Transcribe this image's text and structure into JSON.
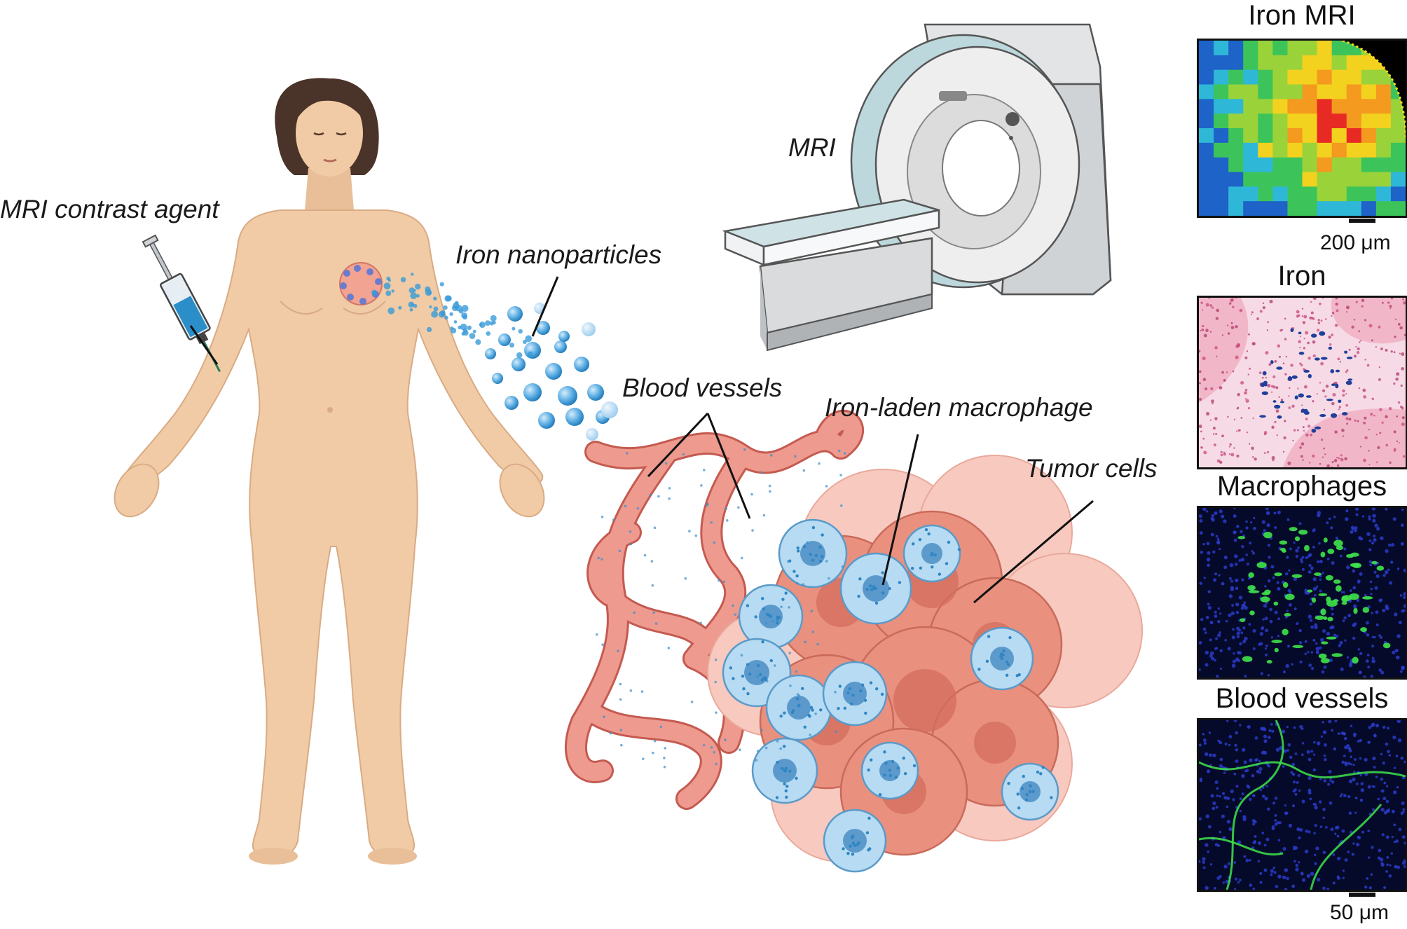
{
  "labels": {
    "contrast_agent": "MRI contrast agent",
    "nanoparticles": "Iron nanoparticles",
    "mri": "MRI",
    "blood_vessels": "Blood vessels",
    "macrophage": "Iron-laden macrophage",
    "tumor_cells": "Tumor cells"
  },
  "panels": {
    "iron_mri": {
      "title": "Iron MRI",
      "scale": "200 μm"
    },
    "iron": {
      "title": "Iron"
    },
    "macrophages": {
      "title": "Macrophages"
    },
    "vessels": {
      "title": "Blood vessels",
      "scale": "50 μm"
    }
  },
  "colors": {
    "skin": "#f0cba6",
    "skin_shadow": "#d9ab84",
    "hair": "#4a3328",
    "vessel": "#e88a80",
    "tumor": "#e9907f",
    "macrophage": "#a9d3ee",
    "particle": "#3a9bd8"
  }
}
